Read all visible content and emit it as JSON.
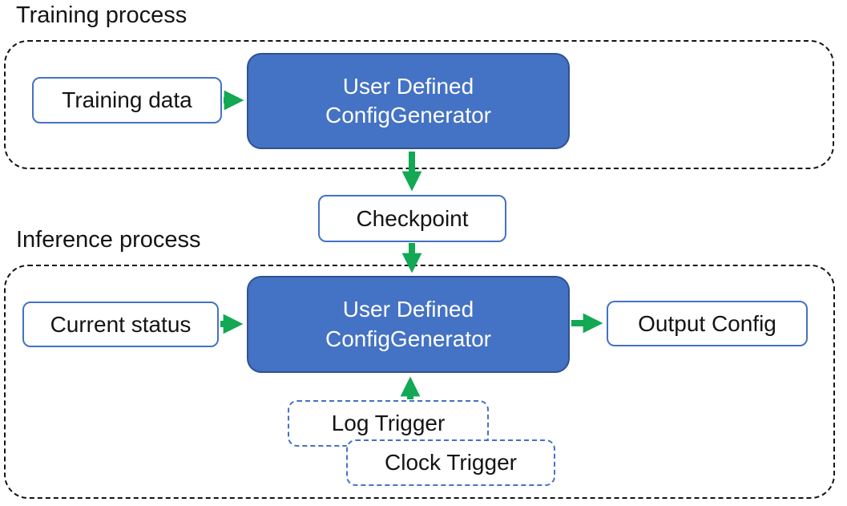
{
  "colors": {
    "blue-fill": "#4472C4",
    "blue-border": "#2F528F",
    "outline-blue": "#4472C4",
    "arrow-green": "#12A854",
    "ink": "#141414",
    "text-light": "#FFFFFF"
  },
  "training": {
    "label": "Training process",
    "input_label": "Training data",
    "generator_line1": "User Defined",
    "generator_line2": "ConfigGenerator"
  },
  "checkpoint": {
    "label": "Checkpoint"
  },
  "inference": {
    "label": "Inference process",
    "input_label": "Current status",
    "generator_line1": "User Defined",
    "generator_line2": "ConfigGenerator",
    "output_label": "Output Config",
    "trigger_log": "Log Trigger",
    "trigger_clock": "Clock Trigger"
  }
}
